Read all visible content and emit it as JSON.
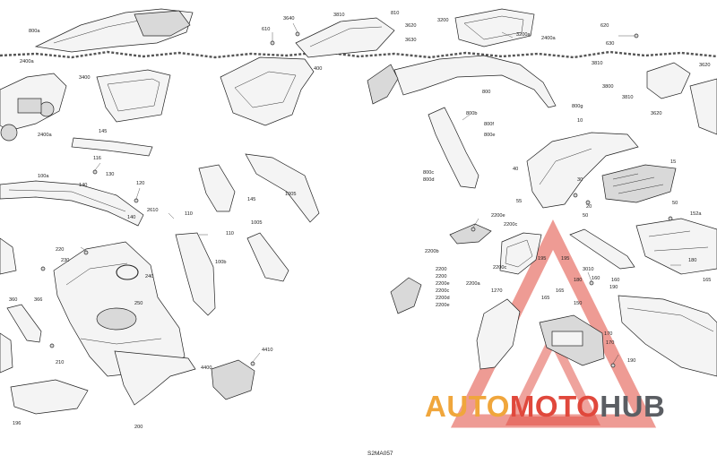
{
  "figure_code": "S2MA057",
  "watermark": {
    "part1": "AUTO",
    "part2": "MOTO",
    "part3": "HUB",
    "colors": {
      "auto": "#f0a63c",
      "moto": "#e0483c",
      "hub": "#5b5e63",
      "triangle": "#e0483c"
    }
  },
  "callouts": [
    {
      "id": "c01",
      "text": "3640"
    },
    {
      "id": "c02",
      "text": "3810"
    },
    {
      "id": "c03",
      "text": "810"
    },
    {
      "id": "c04",
      "text": "610"
    },
    {
      "id": "c05",
      "text": "3620"
    },
    {
      "id": "c06",
      "text": "3630"
    },
    {
      "id": "c07",
      "text": "3200"
    },
    {
      "id": "c08",
      "text": "3200a"
    },
    {
      "id": "c09",
      "text": "2400a"
    },
    {
      "id": "c10",
      "text": "620"
    },
    {
      "id": "c11",
      "text": "630"
    },
    {
      "id": "c12",
      "text": "800a"
    },
    {
      "id": "c13",
      "text": "400"
    },
    {
      "id": "c14",
      "text": "3400"
    },
    {
      "id": "c15",
      "text": "3810"
    },
    {
      "id": "c16",
      "text": "3620"
    },
    {
      "id": "c17",
      "text": "3800"
    },
    {
      "id": "c18",
      "text": "3810"
    },
    {
      "id": "c19",
      "text": "3620"
    },
    {
      "id": "c20",
      "text": "800"
    },
    {
      "id": "c21",
      "text": "800g"
    },
    {
      "id": "c22",
      "text": "800b"
    },
    {
      "id": "c23",
      "text": "800f"
    },
    {
      "id": "c24",
      "text": "800e"
    },
    {
      "id": "c25",
      "text": "2400a"
    },
    {
      "id": "c26",
      "text": "145"
    },
    {
      "id": "c27",
      "text": "10"
    },
    {
      "id": "c28",
      "text": "116"
    },
    {
      "id": "c29",
      "text": "130"
    },
    {
      "id": "c30",
      "text": "40"
    },
    {
      "id": "c31",
      "text": "15"
    },
    {
      "id": "c32",
      "text": "800c"
    },
    {
      "id": "c33",
      "text": "800d"
    },
    {
      "id": "c34",
      "text": "100a"
    },
    {
      "id": "c35",
      "text": "140"
    },
    {
      "id": "c36",
      "text": "120"
    },
    {
      "id": "c37",
      "text": "145"
    },
    {
      "id": "c38",
      "text": "1005"
    },
    {
      "id": "c39",
      "text": "55"
    },
    {
      "id": "c40",
      "text": "30"
    },
    {
      "id": "c41",
      "text": "20"
    },
    {
      "id": "c42",
      "text": "50"
    },
    {
      "id": "c43",
      "text": "50"
    },
    {
      "id": "c44",
      "text": "152a"
    },
    {
      "id": "c45",
      "text": "140"
    },
    {
      "id": "c46",
      "text": "2610"
    },
    {
      "id": "c47",
      "text": "110"
    },
    {
      "id": "c48",
      "text": "1005"
    },
    {
      "id": "c49",
      "text": "2200e"
    },
    {
      "id": "c50",
      "text": "2200c"
    },
    {
      "id": "c51",
      "text": "110"
    },
    {
      "id": "c52",
      "text": "2200b"
    },
    {
      "id": "c53",
      "text": "220"
    },
    {
      "id": "c54",
      "text": "230"
    },
    {
      "id": "c55",
      "text": "100b"
    },
    {
      "id": "c56",
      "text": "2200c"
    },
    {
      "id": "c57",
      "text": "240"
    },
    {
      "id": "c58",
      "text": "2200"
    },
    {
      "id": "c59",
      "text": "2200a"
    },
    {
      "id": "c60",
      "text": "2200"
    },
    {
      "id": "c61",
      "text": "2200e"
    },
    {
      "id": "c62",
      "text": "2200c"
    },
    {
      "id": "c63",
      "text": "2200d"
    },
    {
      "id": "c64",
      "text": "2200e"
    },
    {
      "id": "c65",
      "text": "195"
    },
    {
      "id": "c66",
      "text": "3010"
    },
    {
      "id": "c67",
      "text": "180"
    },
    {
      "id": "c68",
      "text": "160"
    },
    {
      "id": "c69",
      "text": "190"
    },
    {
      "id": "c70",
      "text": "165"
    },
    {
      "id": "c71",
      "text": "1270"
    },
    {
      "id": "c72",
      "text": "165"
    },
    {
      "id": "c73",
      "text": "150"
    },
    {
      "id": "c74",
      "text": "360"
    },
    {
      "id": "c75",
      "text": "366"
    },
    {
      "id": "c76",
      "text": "250"
    },
    {
      "id": "c77",
      "text": "170"
    },
    {
      "id": "c78",
      "text": "190"
    },
    {
      "id": "c79",
      "text": "4410"
    },
    {
      "id": "c80",
      "text": "210"
    },
    {
      "id": "c81",
      "text": "4400"
    },
    {
      "id": "c82",
      "text": "196"
    },
    {
      "id": "c83",
      "text": "200"
    },
    {
      "id": "c84",
      "text": "180"
    },
    {
      "id": "c85",
      "text": "165"
    },
    {
      "id": "c86",
      "text": "195"
    },
    {
      "id": "c87",
      "text": "170"
    },
    {
      "id": "c88",
      "text": "160"
    },
    {
      "id": "c89",
      "text": "2400a"
    }
  ]
}
